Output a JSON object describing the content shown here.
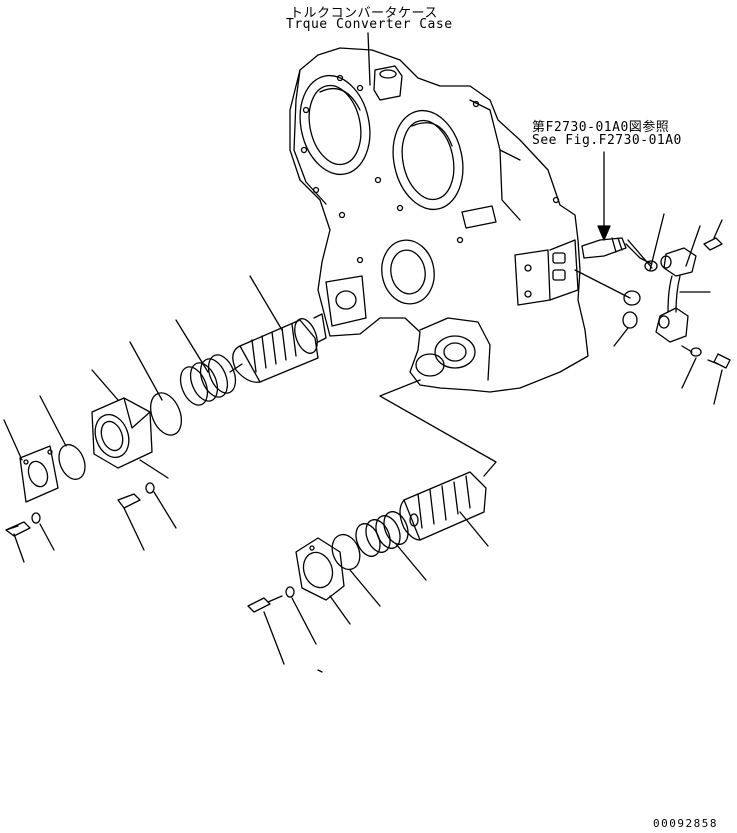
{
  "labels": {
    "case_jp": "トルクコンバータケース",
    "case_en": "Trque Converter Case",
    "ref_jp": "第F2730-01A0図参照",
    "ref_en": "See Fig.F2730-01A0",
    "figure_number": "00092858"
  },
  "colors": {
    "line": "#000000",
    "background": "#ffffff"
  }
}
